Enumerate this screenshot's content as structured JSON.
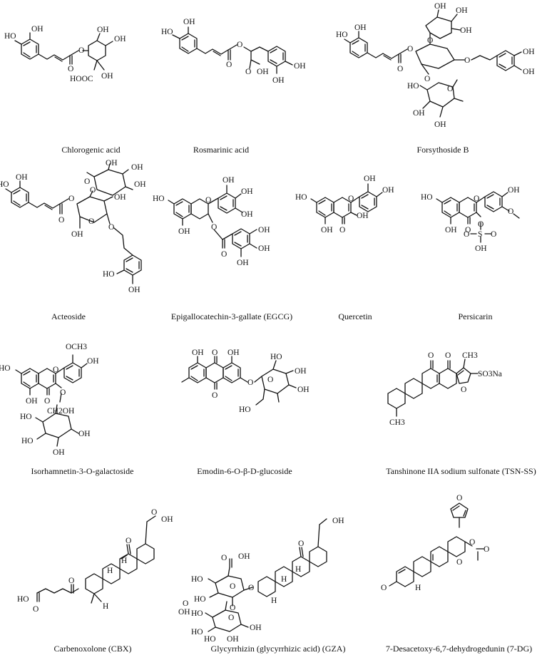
{
  "compounds": [
    {
      "caption": "Chlorogenic acid",
      "labels": [
        "OH",
        "HO",
        "OH",
        "OH",
        "HOOC",
        "OH",
        "O",
        "O"
      ]
    },
    {
      "caption": "Rosmarinic acid",
      "labels": [
        "OH",
        "HO",
        "O",
        "O",
        "OH",
        "O",
        "OH",
        "OH"
      ]
    },
    {
      "caption": "Forsythoside B",
      "labels": [
        "OH",
        "HO",
        "O",
        "O",
        "O",
        "O",
        "OH",
        "OH",
        "OH",
        "OH",
        "OH",
        "HO",
        "O",
        "OH",
        "OH",
        "O"
      ]
    },
    {
      "caption": "Acteoside",
      "labels": [
        "OH",
        "HO",
        "O",
        "O",
        "OH",
        "OH",
        "O",
        "OH",
        "O",
        "O",
        "O",
        "OH",
        "OH",
        "HO",
        "OH"
      ]
    },
    {
      "caption": "Epigallocatechin-3-gallate (EGCG)",
      "labels": [
        "OH",
        "OH",
        "OH",
        "HO",
        "O",
        "OH",
        "O",
        "O",
        "OH",
        "OH",
        "OH"
      ]
    },
    {
      "caption": "Quercetin",
      "labels": [
        "OH",
        "OH",
        "HO",
        "O",
        "OH",
        "OH",
        "O"
      ]
    },
    {
      "caption": "Persicarin",
      "labels": [
        "OH",
        "O",
        "HO",
        "O",
        "OH",
        "O",
        "O",
        "S",
        "O",
        "O",
        "OH"
      ]
    },
    {
      "caption": "Isorhamnetin-3-O-galactoside",
      "labels": [
        "OCH3",
        "OH",
        "HO",
        "O",
        "O",
        "OH",
        "O",
        "CH2OH",
        "OH",
        "HO",
        "HO",
        "OH"
      ]
    },
    {
      "caption": "Emodin-6-O-β-D-glucoside",
      "labels": [
        "OH",
        "O",
        "OH",
        "O",
        "O",
        "HO",
        "O",
        "OH",
        "OH",
        "HO"
      ]
    },
    {
      "caption": "Tanshinone IIA sodium sulfonate (TSN-SS)",
      "labels": [
        "O",
        "CH3",
        "O",
        "SO3Na",
        "O",
        "CH3"
      ]
    },
    {
      "caption": "Carbenoxolone (CBX)",
      "labels": [
        "OH",
        "O",
        "O",
        "H",
        "H",
        "HO",
        "O",
        "O",
        "H"
      ]
    },
    {
      "caption": "Glycyrrhizin (glycyrrhizic acid) (GZA)",
      "labels": [
        "OH",
        "O",
        "OH",
        "O",
        "HO",
        "HO",
        "O",
        "O",
        "O",
        "H",
        "H",
        "H",
        "OH",
        "O",
        "HO",
        "HO",
        "HO",
        "OH",
        "OH",
        "O"
      ]
    },
    {
      "caption": "7-Desacetoxy-6,7-dehydrogedunin (7-DG)",
      "labels": [
        "O",
        "O",
        "O",
        "O",
        "O",
        "H"
      ]
    }
  ]
}
